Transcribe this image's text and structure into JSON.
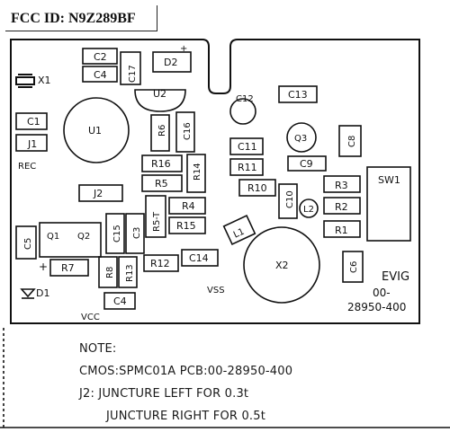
{
  "fcc_id": "FCC ID: N9Z289BF",
  "board": {
    "components": {
      "x1": "X1",
      "c1": "C1",
      "j1": "J1",
      "rec": "REC",
      "c2": "C2",
      "c4_top": "C4",
      "c17": "C17",
      "d2": "D2",
      "u2": "U2",
      "u1": "U1",
      "r6": "R6",
      "c16": "C16",
      "c12": "C12",
      "c13": "C13",
      "q3": "Q3",
      "c8": "C8",
      "c11": "C11",
      "r11": "R11",
      "c9": "C9",
      "sw1": "SW1",
      "r16": "R16",
      "r14": "R14",
      "r5": "R5",
      "j2": "J2",
      "r4": "R4",
      "r5t": "R5-T",
      "r15": "R15",
      "r10": "R10",
      "c10": "C10",
      "r3": "R3",
      "r2": "R2",
      "l2": "L2",
      "r1": "R1",
      "c5": "C5",
      "q1": "Q1",
      "q2": "Q2",
      "c15": "C15",
      "c3": "C3",
      "l1": "L1",
      "r7": "R7",
      "r8": "R8",
      "r13": "R13",
      "r12": "R12",
      "c14": "C14",
      "d1": "D1",
      "c4": "C4",
      "vcc": "VCC",
      "vss": "VSS",
      "x2": "X2",
      "c6": "C6",
      "evig": "EVIG",
      "pcb_code_a": "00-",
      "pcb_code_b": "28950-400",
      "plus": "+"
    }
  },
  "notes": {
    "heading": "NOTE:",
    "line1": "CMOS:SPMC01A    PCB:00-28950-400",
    "line2": "J2:  JUNCTURE LEFT FOR 0.3t",
    "line3": "JUNCTURE RIGHT FOR 0.5t"
  }
}
